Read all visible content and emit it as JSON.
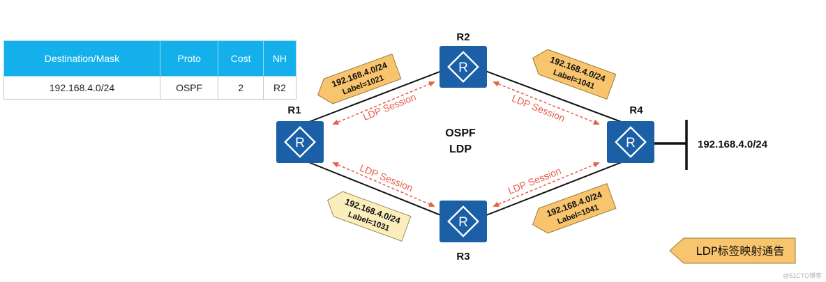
{
  "route_table": {
    "headers": [
      "Destination/Mask",
      "Proto",
      "Cost",
      "NH"
    ],
    "rows": [
      [
        "192.168.4.0/24",
        "OSPF",
        "2",
        "R2"
      ]
    ]
  },
  "routers": {
    "r1": "R1",
    "r2": "R2",
    "r3": "R3",
    "r4": "R4",
    "icon_letter": "R"
  },
  "center": {
    "line1": "OSPF",
    "line2": "LDP"
  },
  "session_label": "LDP Session",
  "mappings": {
    "r2_to_r1": {
      "prefix": "192.168.4.0/24",
      "label": "Label=1021"
    },
    "r4_to_r2": {
      "prefix": "192.168.4.0/24",
      "label": "Label=1041"
    },
    "r3_to_r1": {
      "prefix": "192.168.4.0/24",
      "label": "Label=1031"
    },
    "r4_to_r3": {
      "prefix": "192.168.4.0/24",
      "label": "Label=1041"
    }
  },
  "network_prefix": "192.168.4.0/24",
  "legend": "LDP标签映射通告",
  "watermark": "@51CTO博客",
  "colors": {
    "router": "#1b5fa6",
    "table_header": "#14b0ec",
    "tag_orange": "#f8c46d",
    "tag_light": "#fbeebd",
    "session": "#e8604c"
  }
}
